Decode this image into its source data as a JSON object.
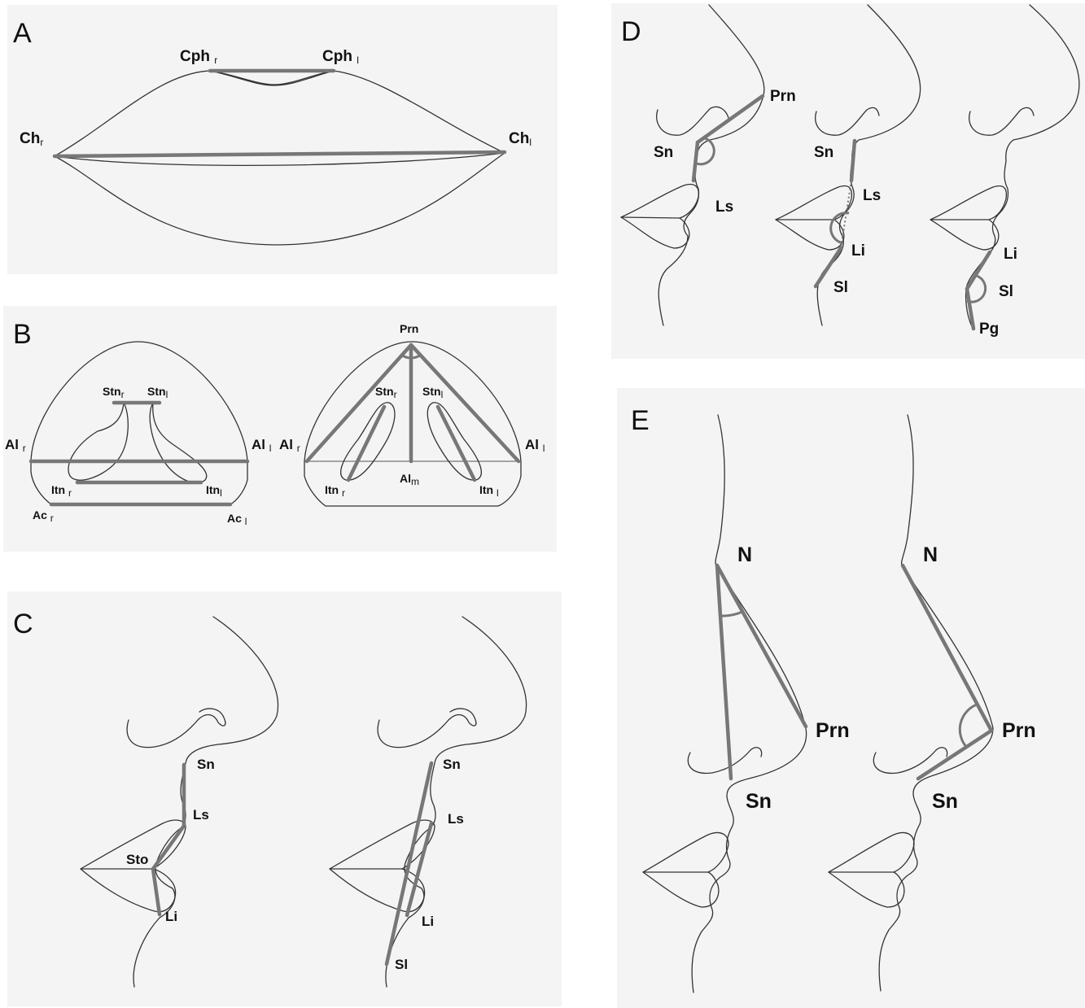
{
  "panels": {
    "a": {
      "letter": "A",
      "labels": {
        "cph_r": "Cph",
        "cph_r_sub": "r",
        "cph_l": "Cph",
        "cph_l_sub": "l",
        "ch_r": "Ch",
        "ch_r_sub": "r",
        "ch_l": "Ch",
        "ch_l_sub": "l"
      }
    },
    "b": {
      "letter": "B",
      "left": {
        "stn_r": "Stn",
        "stn_r_sub": "r",
        "stn_l": "Stn",
        "stn_l_sub": "l",
        "al_r": "Al",
        "al_r_sub": "r",
        "al_l": "Al",
        "al_l_sub": "l",
        "itn_r": "Itn",
        "itn_r_sub": "r",
        "itn_l": "Itn",
        "itn_l_sub": "l",
        "ac_r": "Ac",
        "ac_r_sub": "r",
        "ac_l": "Ac",
        "ac_l_sub": "l"
      },
      "right": {
        "prn": "Prn",
        "stn_r": "Stn",
        "stn_r_sub": "r",
        "stn_l": "Stn",
        "stn_l_sub": "l",
        "al_r": "Al",
        "al_r_sub": "r",
        "al_l": "Al",
        "al_l_sub": "l",
        "al_m": "Al",
        "al_m_sub": "m",
        "itn_r": "Itn",
        "itn_r_sub": "r",
        "itn_l": "Itn",
        "itn_l_sub": "l"
      }
    },
    "c": {
      "letter": "C",
      "left": {
        "sn": "Sn",
        "ls": "Ls",
        "sto": "Sto",
        "li": "Li"
      },
      "right": {
        "sn": "Sn",
        "ls": "Ls",
        "li": "Li",
        "sl": "Sl"
      }
    },
    "d": {
      "letter": "D",
      "p1": {
        "prn": "Prn",
        "sn": "Sn",
        "ls": "Ls"
      },
      "p2": {
        "sn": "Sn",
        "ls": "Ls",
        "li": "Li",
        "sl": "Sl"
      },
      "p3": {
        "li": "Li",
        "sl": "Sl",
        "pg": "Pg"
      }
    },
    "e": {
      "letter": "E",
      "left": {
        "n": "N",
        "prn": "Prn",
        "sn": "Sn"
      },
      "right": {
        "n": "N",
        "prn": "Prn",
        "sn": "Sn"
      }
    }
  }
}
